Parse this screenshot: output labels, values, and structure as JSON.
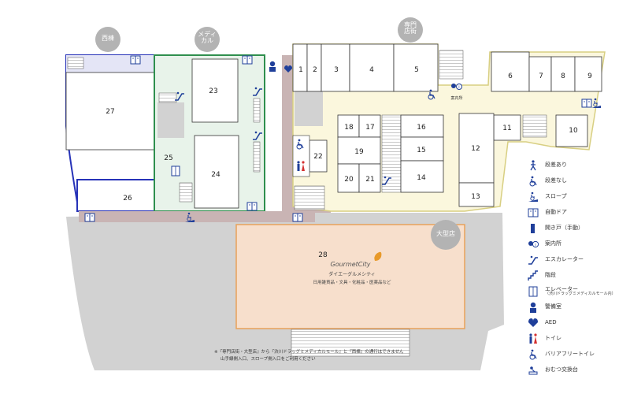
{
  "zones": {
    "west": "西棟",
    "medical_line1": "メディ",
    "medical_line2": "カル",
    "specialty_line1": "専門",
    "specialty_line2": "店街",
    "large": "大型店"
  },
  "shops": {
    "s1": "1",
    "s2": "2",
    "s3": "3",
    "s4": "4",
    "s5": "5",
    "s6": "6",
    "s7": "7",
    "s8": "8",
    "s9": "9",
    "s10": "10",
    "s11": "11",
    "s12": "12",
    "s13": "13",
    "s14": "14",
    "s15": "15",
    "s16": "16",
    "s17": "17",
    "s18": "18",
    "s19": "19",
    "s20": "20",
    "s21": "21",
    "s22": "22",
    "s23": "23",
    "s24": "24",
    "s25": "25",
    "s26": "26",
    "s27": "27",
    "s28": "28"
  },
  "store28": {
    "brand": "GourmetCity",
    "name_kana": "ダイエーグルメシティ",
    "goods": "日用雑貨品・文具・化粧品・医薬品など"
  },
  "info_label": "案内所",
  "legend": [
    {
      "icon": "step-icon",
      "label": "段差あり"
    },
    {
      "icon": "wheelchair-icon",
      "label": "段差なし"
    },
    {
      "icon": "slope-icon",
      "label": "スロープ"
    },
    {
      "icon": "auto-door-icon",
      "label": "自動ドア"
    },
    {
      "icon": "manual-door-icon",
      "label": "開き戸（手動）"
    },
    {
      "icon": "info-icon",
      "label": "案内所"
    },
    {
      "icon": "escalator-icon",
      "label": "エスカレーター"
    },
    {
      "icon": "stairs-icon",
      "label": "階段"
    },
    {
      "icon": "elevator-icon",
      "label": "エレベーター",
      "sub": "（渋川ドラッグミメディカルモール内）"
    },
    {
      "icon": "guard-icon",
      "label": "警備室"
    },
    {
      "icon": "aed-icon",
      "label": "AED"
    },
    {
      "icon": "toilet-icon",
      "label": "トイレ"
    },
    {
      "icon": "accessible-toilet-icon",
      "label": "バリアフリートイレ"
    },
    {
      "icon": "diaper-icon",
      "label": "おむつ交換台"
    }
  ],
  "note": {
    "line1": "※『専門店街・大型店』から『渋川ドラッグミメディカルモール』と『西棟』の通行はできません",
    "line2": "山手線側入口、スロープ側入口をご利用ください"
  },
  "colors": {
    "west_border": "#2733b8",
    "medical_border": "#2f8f4e",
    "medical_fill": "#e8f3ea",
    "mall_fill": "#fbf7dd",
    "mall_border": "#d8cf82",
    "large_fill": "#f7dfcc",
    "large_border": "#e8a15a",
    "outer_gray": "#d2d2d2",
    "corridor": "#c9b4b4",
    "zone_circle": "#b3b3b3",
    "icon_blue": "#1f3f9a",
    "brand_orange": "#e89a2a"
  }
}
